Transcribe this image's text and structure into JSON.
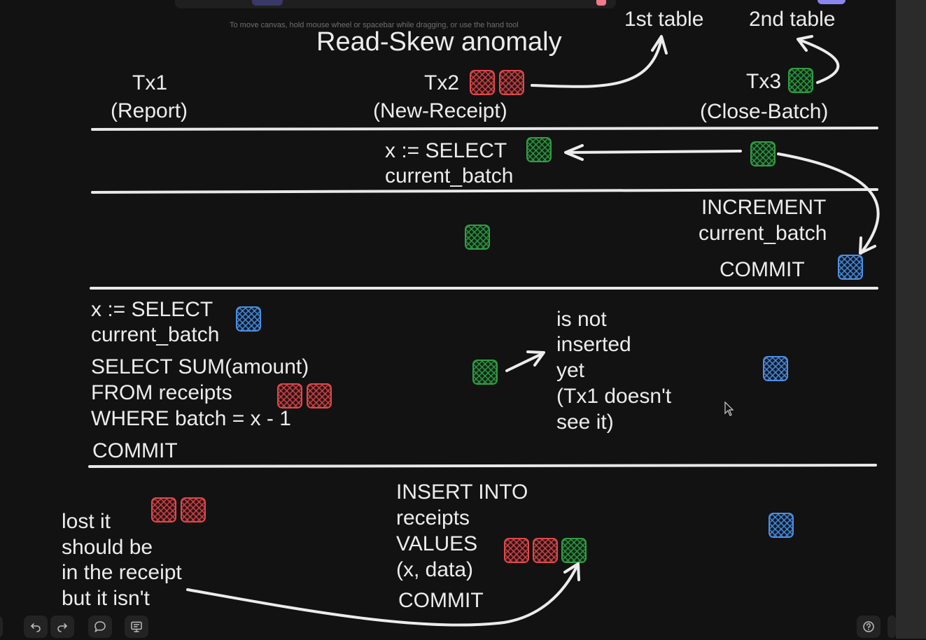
{
  "canvas_hint": "To move canvas, hold mouse wheel or spacebar while dragging, or use the hand tool",
  "title": "Read-Skew anomaly",
  "table_labels": {
    "first": "1st table",
    "second": "2nd table"
  },
  "transactions": {
    "tx1": {
      "name": "Tx1",
      "role": "(Report)"
    },
    "tx2": {
      "name": "Tx2",
      "role": "(New-Receipt)"
    },
    "tx3": {
      "name": "Tx3",
      "role": "(Close-Batch)"
    }
  },
  "row1": {
    "tx2_select_line1": "x := SELECT",
    "tx2_select_line2": "current_batch"
  },
  "row2": {
    "tx3_increment_line1": "INCREMENT",
    "tx3_increment_line2": "current_batch",
    "tx3_commit": "COMMIT"
  },
  "row3": {
    "tx1_select_line1": "x := SELECT",
    "tx1_select_line2": "current_batch",
    "tx1_sum_line1": "SELECT SUM(amount)",
    "tx1_sum_line2": "FROM receipts",
    "tx1_sum_line3": "WHERE batch = x - 1",
    "tx1_commit": "COMMIT",
    "note_line1": "is not",
    "note_line2": "inserted",
    "note_line3": "yet",
    "note_line4": "(Tx1 doesn't",
    "note_line5": "see it)"
  },
  "row4": {
    "lost_line1": "lost it",
    "lost_line2": "should be",
    "lost_line3": "in the receipt",
    "lost_line4": "but it isn't",
    "insert_line1": "INSERT INTO",
    "insert_line2": "receipts",
    "insert_line3": "VALUES",
    "insert_line4": "(x, data)",
    "insert_commit": "COMMIT"
  },
  "colors": {
    "background": "#121212",
    "text": "#ececec",
    "red": "#e0474c",
    "green": "#2f9e44",
    "blue": "#4a90e2"
  },
  "bottom_toolbar": {
    "icons": [
      "undo-icon",
      "redo-icon",
      "comment-icon",
      "present-icon",
      "help-icon"
    ]
  }
}
